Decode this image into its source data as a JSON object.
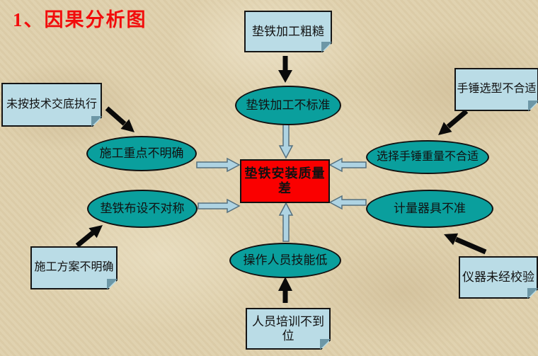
{
  "slide": {
    "title": "1、因果分析图"
  },
  "center_box": {
    "label": "垫铁安装质量差"
  },
  "causes": {
    "top": {
      "ellipse": "垫铁加工不标准",
      "note": "垫铁加工粗糙"
    },
    "left_top": {
      "ellipse": "施工重点不明确",
      "note": "未按技术交底执行"
    },
    "left_bottom": {
      "ellipse": "垫铁布设不对称",
      "note": "施工方案不明确"
    },
    "right_top": {
      "ellipse": "选择手锤重量不合适",
      "note": "手锤选型不合适"
    },
    "right_bottom": {
      "ellipse": "计量器具不准",
      "note": "仪器未经校验"
    },
    "bottom": {
      "ellipse": "操作人员技能低",
      "note": "人员培训不到位"
    }
  },
  "colors": {
    "title_text": "#f20c0c",
    "background_parchment": "#decfab",
    "ellipse_fill": "#0a9f9d",
    "note_fill": "#badce6",
    "block_arrow_fill": "#aed3e2",
    "center_box_fill": "#fa0000",
    "shape_border": "#111111"
  }
}
